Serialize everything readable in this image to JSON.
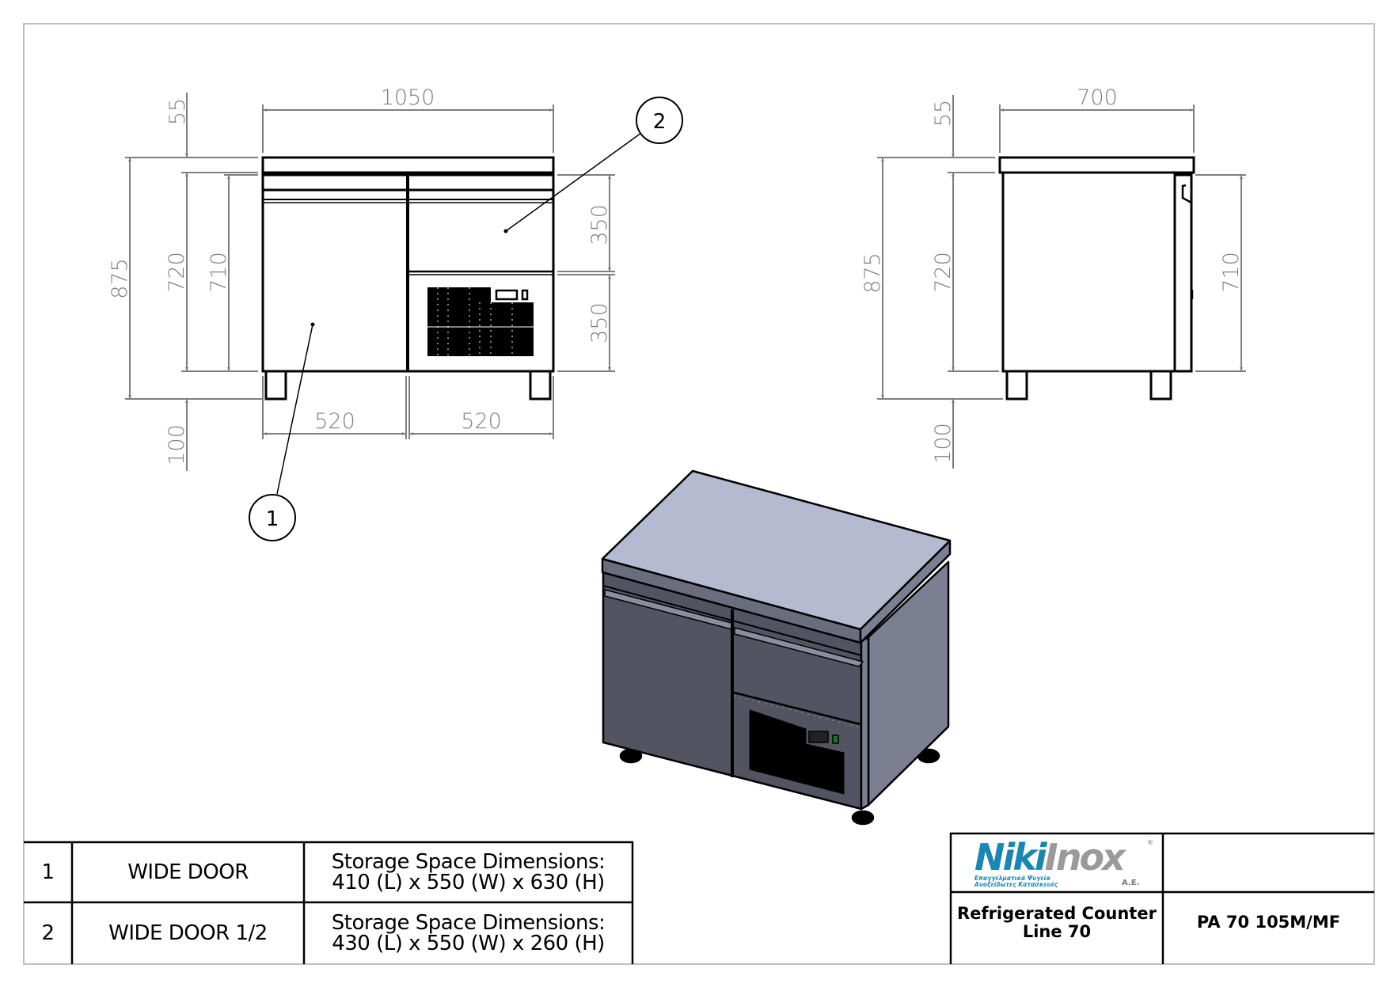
{
  "sheet": {
    "border_color": "#bfbfbf",
    "dimension_color": "#7f7f7f",
    "line_color": "#000000"
  },
  "front_view": {
    "dimensions": {
      "overall_width": "1050",
      "top_thickness": "55",
      "overall_height": "875",
      "body_height": "720",
      "door_height": "710",
      "upper_compartment": "350",
      "lower_compartment": "350",
      "leg_height": "100",
      "left_section_width": "520",
      "right_section_width": "520"
    },
    "balloons": [
      {
        "number": "1"
      },
      {
        "number": "2"
      }
    ]
  },
  "side_view": {
    "dimensions": {
      "overall_depth": "700",
      "top_thickness": "55",
      "overall_height": "875",
      "body_height": "720",
      "door_height": "710",
      "leg_height": "100"
    }
  },
  "iso_view": {
    "colors": {
      "top": "#b6bad0",
      "front": "#525462",
      "side": "#7c7e92",
      "vent": "#000000",
      "indicator": "#1a7a1a"
    }
  },
  "bom_table": {
    "rows": [
      {
        "item": "1",
        "name": "WIDE DOOR",
        "desc_line1": "Storage Space Dimensions:",
        "desc_line2": "410 (L) x 550 (W) x 630 (H)"
      },
      {
        "item": "2",
        "name": "WIDE DOOR 1/2",
        "desc_line1": "Storage Space Dimensions:",
        "desc_line2": "430 (L) x 550 (W) x 260 (H)"
      }
    ]
  },
  "title_block": {
    "logo": {
      "brand_part1": "Niki",
      "brand_part2": "Inox",
      "registered": "®",
      "tagline_line1": "Επαγγελματικά Ψυγεία",
      "tagline_line2": "Ανοξείδωτες Κατασκευές",
      "suffix": "A.E.",
      "brand_color": "#1b86b4"
    },
    "product_line1": "Refrigerated Counter",
    "product_line2": "Line 70",
    "model": "PA 70 105M/MF",
    "empty_cell": ""
  }
}
